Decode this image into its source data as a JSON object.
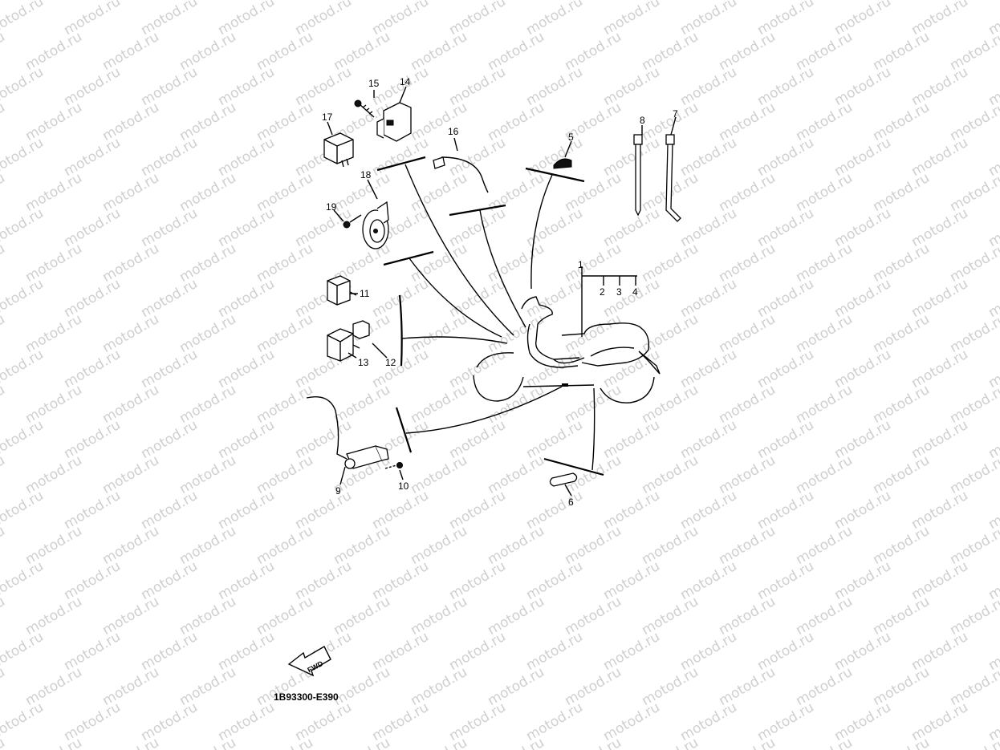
{
  "watermark": {
    "text": "motod.ru"
  },
  "diagram": {
    "code": "1B93300-E390",
    "fwd_label": "FWD",
    "callouts": {
      "c1": "1",
      "c2": "2",
      "c3": "3",
      "c4": "4",
      "c5": "5",
      "c6": "6",
      "c7": "7",
      "c8": "8",
      "c9": "9",
      "c10": "10",
      "c11": "11",
      "c12": "12",
      "c13": "13",
      "c14": "14",
      "c15": "15",
      "c16": "16",
      "c17": "17",
      "c18": "18",
      "c19": "19"
    }
  }
}
